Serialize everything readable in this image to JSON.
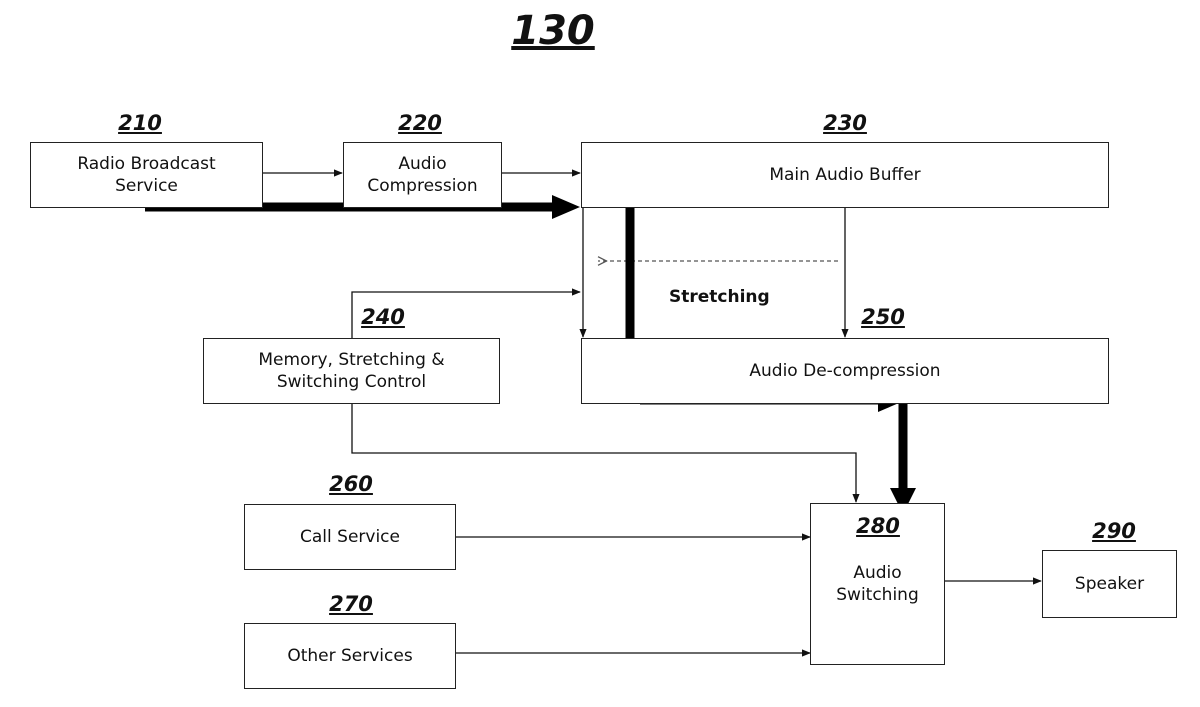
{
  "title": "130",
  "blocks": {
    "b210": {
      "ref": "210",
      "label": "Radio Broadcast\nService"
    },
    "b220": {
      "ref": "220",
      "label": "Audio\nCompression"
    },
    "b230": {
      "ref": "230",
      "label": "Main Audio Buffer"
    },
    "b240": {
      "ref": "240",
      "label": "Memory, Stretching &\nSwitching Control"
    },
    "b250": {
      "ref": "250",
      "label": "Audio De-compression"
    },
    "b260": {
      "ref": "260",
      "label": "Call Service"
    },
    "b270": {
      "ref": "270",
      "label": "Other Services"
    },
    "b280": {
      "ref": "280",
      "label": "Audio\nSwitching"
    },
    "b290": {
      "ref": "290",
      "label": "Speaker"
    }
  },
  "annotations": {
    "stretching": "Stretching"
  }
}
